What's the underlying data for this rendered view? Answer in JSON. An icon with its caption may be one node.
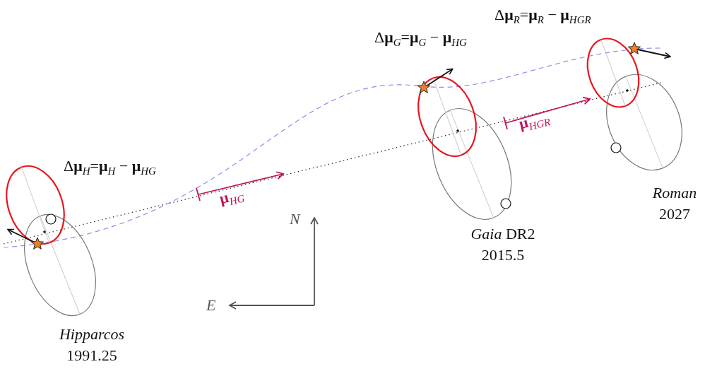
{
  "diagram": {
    "labels": [
      "Δ**μ**$_{R}$=**μ**$_{R}$ − **μ**$_{HGR}$",
      "Δ**μ**$_{G}$=**μ**$_{G}$ − **μ**$_{HG}$",
      "Δ**μ**$_{H}$=**μ**$_{H}$ − **μ**$_{HG}$",
      "**μ**$_{HGR}$",
      "**μ**$_{HG}$",
      "N",
      "E",
      "*Gaia* DR2 2015.5",
      "*Roman* 2027",
      "*Hipparcos* 1991.25"
    ]
  }
}
